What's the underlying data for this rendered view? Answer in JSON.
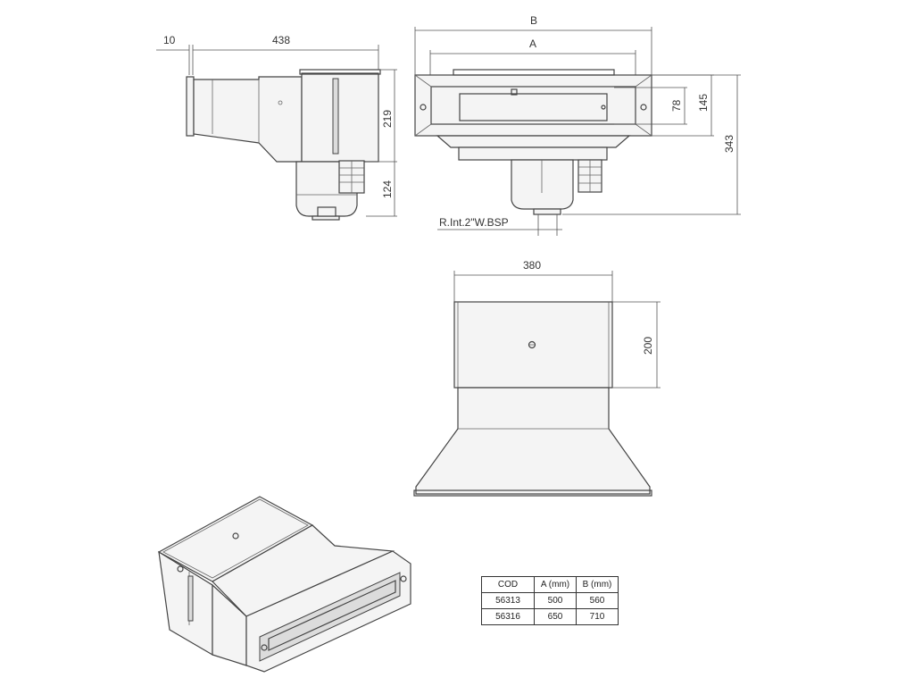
{
  "dimensions": {
    "flange_thickness": "10",
    "side_length": "438",
    "side_height_upper": "219",
    "side_height_lower": "124",
    "front_overall_width": "B",
    "front_inner_width": "A",
    "front_opening_height": "78",
    "front_frame_height": "145",
    "front_total_height": "343",
    "thread_note": "R.Int.2\"W.BSP",
    "top_width": "380",
    "top_depth": "200"
  },
  "table": {
    "headers": [
      "COD",
      "A (mm)",
      "B (mm)"
    ],
    "rows": [
      [
        "56313",
        "500",
        "560"
      ],
      [
        "56316",
        "650",
        "710"
      ]
    ]
  }
}
